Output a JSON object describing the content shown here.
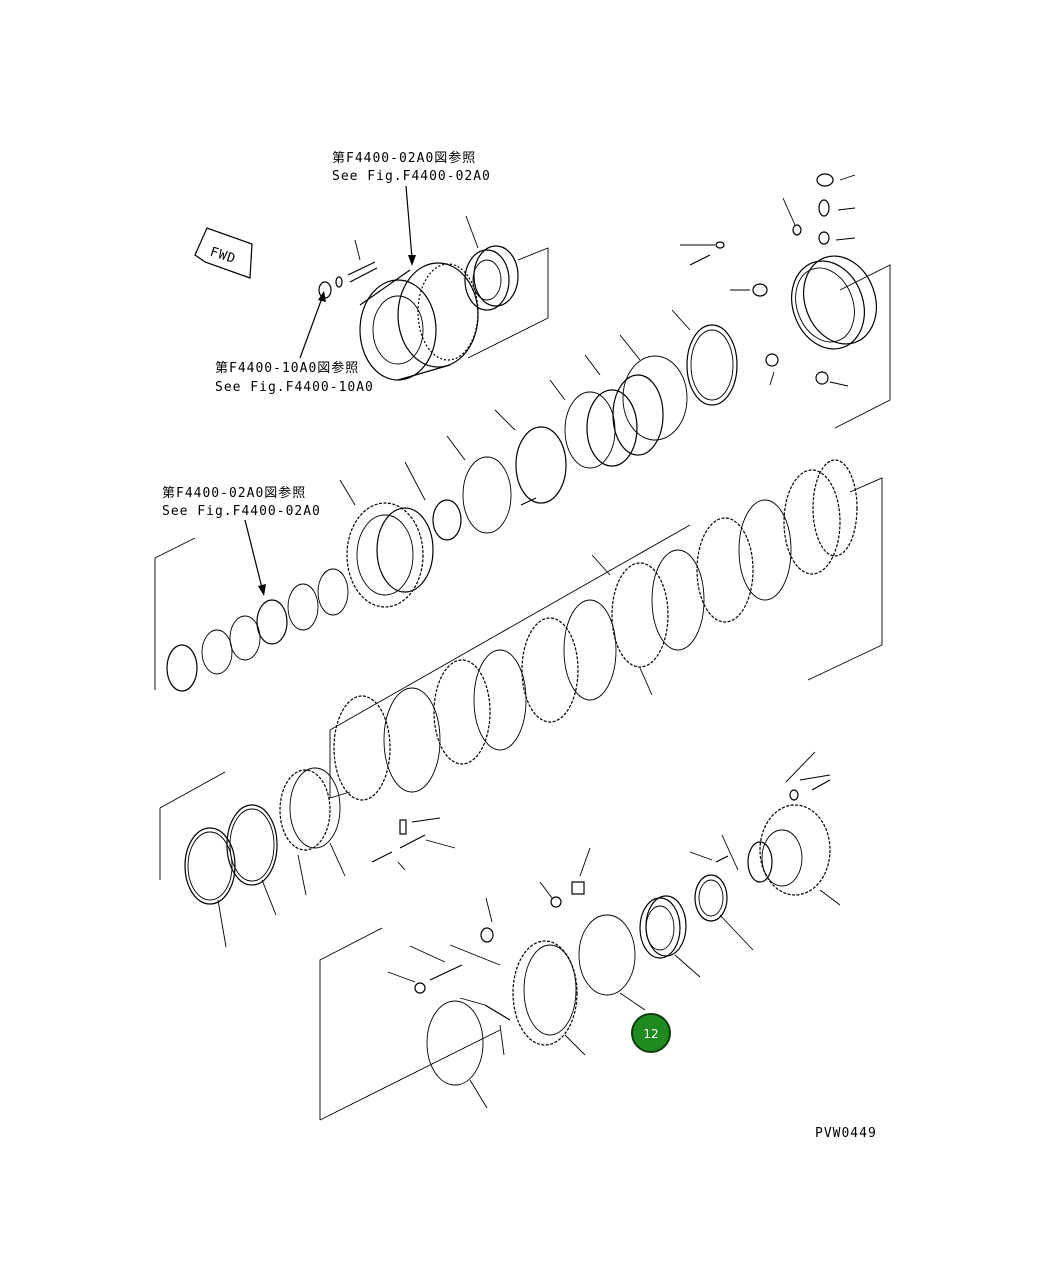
{
  "references": {
    "top_jp": "第F4400-02A0図参照",
    "top_en": "See Fig.F4400-02A0",
    "mid_jp": "第F4400-10A0図参照",
    "mid_en": "See Fig.F4400-10A0",
    "left_jp": "第F4400-02A0図参照",
    "left_en": "See Fig.F4400-02A0"
  },
  "fwd_label": "FWD",
  "drawing_code": "PVW0449",
  "callout_badge": "12"
}
